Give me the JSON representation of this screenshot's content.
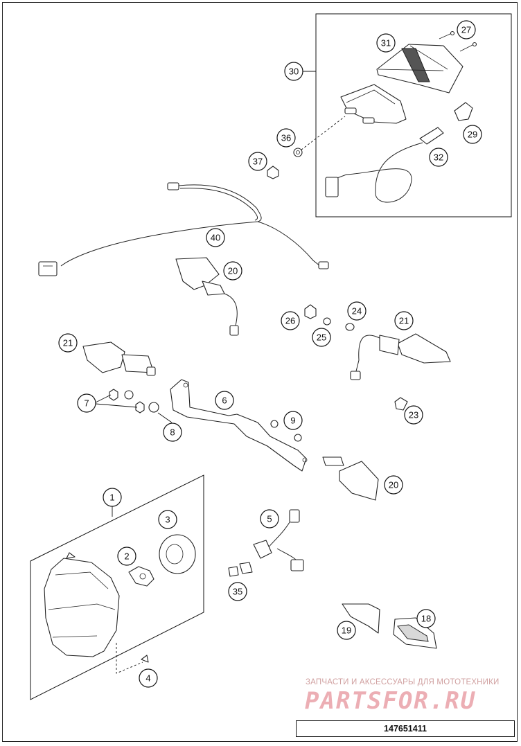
{
  "drawing_number": "147651411",
  "watermark": {
    "caption": "ЗАПЧАСТИ И АКСЕССУАРЫ ДЛЯ МОТОТЕХНИКИ",
    "logo": "PARTSFOR.RU"
  },
  "callouts": [
    {
      "id": "c27",
      "label": "27"
    },
    {
      "id": "c31",
      "label": "31"
    },
    {
      "id": "c30",
      "label": "30"
    },
    {
      "id": "c29",
      "label": "29"
    },
    {
      "id": "c36",
      "label": "36"
    },
    {
      "id": "c32",
      "label": "32"
    },
    {
      "id": "c37",
      "label": "37"
    },
    {
      "id": "c40",
      "label": "40"
    },
    {
      "id": "c20a",
      "label": "20"
    },
    {
      "id": "c24",
      "label": "24"
    },
    {
      "id": "c26",
      "label": "26"
    },
    {
      "id": "c21b",
      "label": "21"
    },
    {
      "id": "c25",
      "label": "25"
    },
    {
      "id": "c21a",
      "label": "21"
    },
    {
      "id": "c6",
      "label": "6"
    },
    {
      "id": "c7",
      "label": "7"
    },
    {
      "id": "c23",
      "label": "23"
    },
    {
      "id": "c9",
      "label": "9"
    },
    {
      "id": "c8",
      "label": "8"
    },
    {
      "id": "c20b",
      "label": "20"
    },
    {
      "id": "c1",
      "label": "1"
    },
    {
      "id": "c3",
      "label": "3"
    },
    {
      "id": "c5",
      "label": "5"
    },
    {
      "id": "c2",
      "label": "2"
    },
    {
      "id": "c35",
      "label": "35"
    },
    {
      "id": "c18",
      "label": "18"
    },
    {
      "id": "c19",
      "label": "19"
    },
    {
      "id": "c4",
      "label": "4"
    }
  ]
}
